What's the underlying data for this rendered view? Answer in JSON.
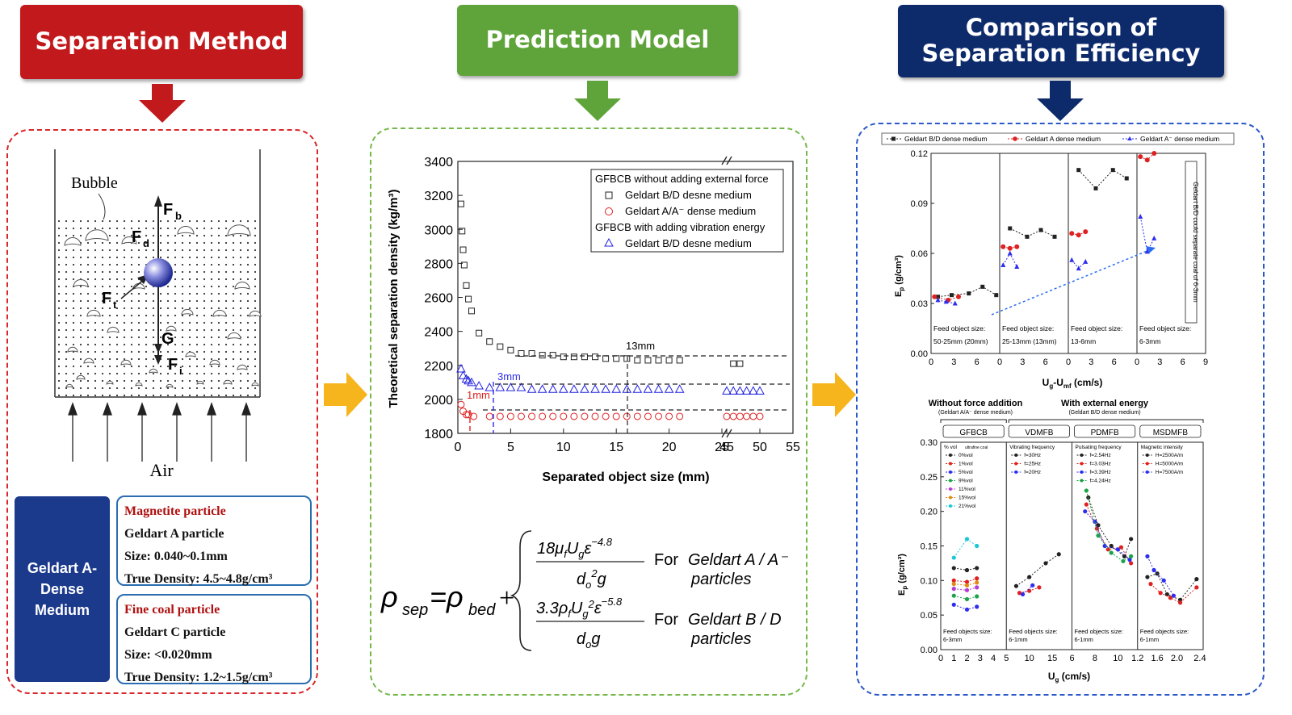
{
  "headers": {
    "separation": "Separation Method",
    "prediction": "Prediction Model",
    "comparison_line1": "Comparison of",
    "comparison_line2": "Separation Efficiency"
  },
  "colors": {
    "red": "#c2191c",
    "green": "#5fa43a",
    "navy": "#0d2a6b",
    "arrow_yellow": "#f6b51c",
    "blue_box": "#1c3a8c"
  },
  "left_panel": {
    "bubble_label": "Bubble",
    "force_fb": "F",
    "force_fb_sub": "b",
    "force_fd": "F",
    "force_fd_sub": "d",
    "force_ft": "F",
    "force_ft_sub": "t",
    "force_g": "G",
    "force_fi": "F",
    "force_fi_sub": "i",
    "air_label": "Air",
    "medium_box": "Geldart A-Dense Medium",
    "magnetite": {
      "title": "Magnetite particle",
      "line1": "Geldart A particle",
      "line2": "Size: 0.040~0.1mm",
      "line3": "True Density: 4.5~4.8g/cm³"
    },
    "coal": {
      "title": "Fine coal particle",
      "line1": "Geldart C particle",
      "line2": "Size: <0.020mm",
      "line3": "True Density: 1.2~1.5g/cm³"
    }
  },
  "middle_panel": {
    "chart_data": {
      "type": "scatter",
      "ylabel": "Theoretical separation density (kg/m³)",
      "xlabel": "Separated object size (mm)",
      "ylim": [
        1800,
        3400
      ],
      "yticks": [
        "1800",
        "2000",
        "2200",
        "2400",
        "2600",
        "2800",
        "3000",
        "3200",
        "3400"
      ],
      "xticks": [
        "0",
        "5",
        "10",
        "15",
        "20",
        "25",
        "45",
        "50",
        "55"
      ],
      "legend": {
        "group1": "GFBCB without adding external force",
        "s1": "Geldart B/D desne medium",
        "s2": "Geldart A/A⁻ dense medium",
        "group2": "GFBCB with adding vibration energy",
        "s3": "Geldart B/D desne medium"
      },
      "series": [
        {
          "name": "Geldart B/D desne medium",
          "marker": "square",
          "color": "#222222",
          "x": [
            0.3,
            0.4,
            0.5,
            0.6,
            0.8,
            1,
            1.3,
            2,
            3,
            4,
            5,
            6,
            7,
            8,
            9,
            10,
            11,
            12,
            13,
            14,
            15,
            16,
            17,
            18,
            19,
            20,
            21,
            46,
            47
          ],
          "y": [
            3150,
            2990,
            2880,
            2790,
            2670,
            2590,
            2520,
            2390,
            2340,
            2310,
            2290,
            2270,
            2270,
            2260,
            2260,
            2250,
            2250,
            2250,
            2250,
            2240,
            2240,
            2240,
            2230,
            2230,
            2230,
            2230,
            2230,
            2210,
            2210
          ]
        },
        {
          "name": "Geldart A/A⁻ dense medium",
          "marker": "circle",
          "color": "#e02020",
          "x": [
            0.3,
            0.5,
            0.8,
            1,
            1.5,
            3,
            4,
            5,
            6,
            7,
            8,
            9,
            10,
            11,
            12,
            13,
            14,
            15,
            16,
            17,
            18,
            19,
            20,
            21,
            45,
            46,
            47,
            48,
            49,
            50
          ],
          "y": [
            1970,
            1930,
            1910,
            1910,
            1900,
            1900,
            1900,
            1900,
            1900,
            1900,
            1900,
            1900,
            1900,
            1900,
            1900,
            1900,
            1900,
            1900,
            1900,
            1900,
            1900,
            1900,
            1900,
            1900,
            1900,
            1900,
            1900,
            1900,
            1900,
            1900
          ]
        },
        {
          "name": "Geldart B/D desne medium (vibration)",
          "marker": "triangle",
          "color": "#2020e0",
          "x": [
            0.3,
            0.5,
            0.8,
            1,
            1.3,
            2,
            3,
            4,
            5,
            6,
            7,
            8,
            9,
            10,
            11,
            12,
            13,
            14,
            15,
            16,
            17,
            18,
            19,
            20,
            21,
            45,
            46,
            47,
            48,
            49,
            50
          ],
          "y": [
            2180,
            2140,
            2120,
            2110,
            2100,
            2080,
            2070,
            2070,
            2070,
            2070,
            2060,
            2060,
            2060,
            2060,
            2060,
            2060,
            2060,
            2060,
            2060,
            2060,
            2060,
            2060,
            2060,
            2060,
            2060,
            2050,
            2050,
            2050,
            2050,
            2050,
            2050
          ]
        }
      ],
      "annotations": [
        "13mm",
        "3mm",
        "1mm"
      ]
    },
    "formula": {
      "lhs": "ρ",
      "lhs_sub": "sep",
      "eq": "=ρ",
      "eq_sub": "bed",
      "plus": "+",
      "top_num": "18μ_f U_g ε^-4.8",
      "top_den": "d_o² g",
      "top_for": "For",
      "top_cond1": "Geldart A / A⁻",
      "top_cond2": "particles",
      "bot_num": "3.3ρ_f U_g² ε^-5.8",
      "bot_den": "d_o g",
      "bot_for": "For",
      "bot_cond1": "Geldart B / D",
      "bot_cond2": "particles"
    }
  },
  "right_panel": {
    "legend": [
      "Geldart B/D dense medium",
      "Geldart A dense medium",
      "Geldart A⁻ dense medium"
    ],
    "top_chart": {
      "ylabel": "E",
      "ylabel_sub": "p",
      "ylabel_unit": " (g/cm³)",
      "xlabel": "U",
      "xlabel_sub": "g",
      "xlabel_rest": "-U",
      "xlabel_sub2": "mf",
      "xlabel_unit": " (cm/s)",
      "yticks": [
        "0.00",
        "0.03",
        "0.06",
        "0.09",
        "0.12"
      ],
      "xticks": [
        "0",
        "3",
        "6",
        "0",
        "3",
        "6",
        "0",
        "3",
        "6",
        "0",
        "3",
        "6",
        "9"
      ],
      "sections": [
        {
          "label1": "Feed object size:",
          "label2": "50-25mm (20mm)"
        },
        {
          "label1": "Feed object size:",
          "label2": "25-13mm (13mm)"
        },
        {
          "label1": "Feed object size:",
          "label2": "13-6mm"
        },
        {
          "label1": "Feed object size:",
          "label2": "6-3mm"
        }
      ],
      "note": "Geldart B/D could separate coal of 6-3mm"
    },
    "bottom_chart": {
      "group1_title": "Without force addition",
      "group1_sub": "(Geldart A/A⁻ dense medium)",
      "group2_title": "With external energy",
      "group2_sub": "(Geldart B/D dense medium)",
      "sections": [
        "GFBCB",
        "VDMFB",
        "PDMFB",
        "MSDMFB"
      ],
      "ylabel": "E",
      "ylabel_sub": "p",
      "ylabel_unit": " (g/cm³)",
      "xlabel": "U",
      "xlabel_sub": "g",
      "xlabel_unit": " (cm/s)",
      "yticks": [
        "0.00",
        "0.05",
        "0.10",
        "0.15",
        "0.20",
        "0.25",
        "0.30"
      ],
      "xticks": [
        "0",
        "1",
        "2",
        "3",
        "4",
        "5",
        "10",
        "15",
        "6",
        "8",
        "10",
        "1.2",
        "1.6",
        "2.0",
        "2.4"
      ],
      "gfbcb_legend_title": "% vol",
      "gfbcb_legend_title2": "ultrafine coal",
      "gfbcb_legend": [
        "0%vol",
        "1%vol",
        "5%vol",
        "9%vol",
        "11%vol",
        "15%vol",
        "21%vol"
      ],
      "vdmfb_legend_title": "Vibrating frequency",
      "vdmfb_legend": [
        "f=30Hz",
        "f=25Hz",
        "f=20Hz"
      ],
      "pdmfb_legend_title": "Pulsating frequency",
      "pdmfb_legend": [
        "f=2.54Hz",
        "f=3.03Hz",
        "f=3.39Hz",
        "f=4.24Hz"
      ],
      "msdmfb_legend_title": "Magnetic intensity",
      "msdmfb_legend": [
        "H=2500A/m",
        "H=5000A/m",
        "H=7500A/m"
      ],
      "feed_label": "Feed objects size:",
      "feed_values": [
        "6-3mm",
        "6-1mm",
        "6-1mm",
        "6-1mm"
      ]
    }
  }
}
